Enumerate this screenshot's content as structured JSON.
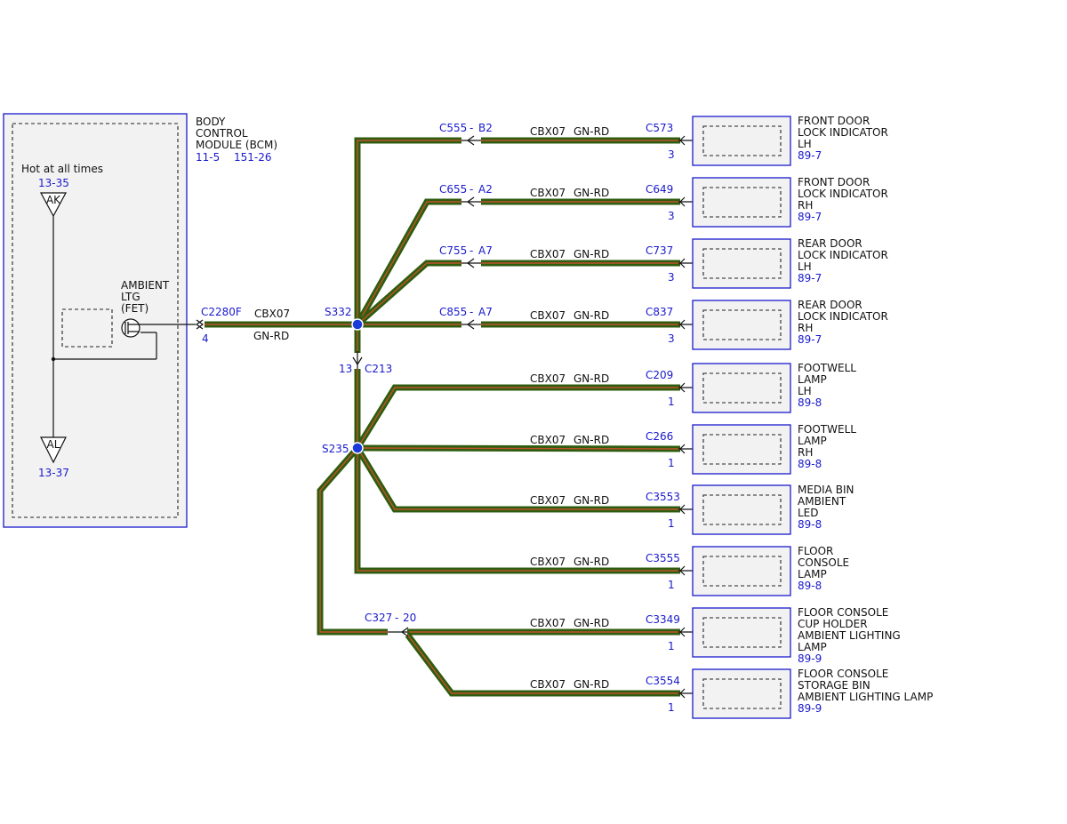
{
  "colors": {
    "wire_outer": "#2f5d10",
    "wire_inner": "#c0532a",
    "reference_text": "#1a1acc",
    "box_border": "#1a1acc",
    "box_fill": "#f2f2f2",
    "splice_dot": "#1a3adb"
  },
  "bcm": {
    "name_lines": [
      "BODY",
      "CONTROL",
      "MODULE (BCM)"
    ],
    "refs": [
      "11-5",
      "151-26"
    ],
    "hot_label": "Hot at all times",
    "top_ref": "13-35",
    "top_terminal": "AK",
    "bottom_terminal": "AL",
    "bottom_ref": "13-37",
    "fet_lines": [
      "AMBIENT",
      "LTG",
      "(FET)"
    ],
    "connector": "C2280F",
    "pin": "4"
  },
  "main_wire": {
    "circuit": "CBX07",
    "color": "GN-RD"
  },
  "splices": {
    "upper": "S332",
    "lower": "S235"
  },
  "c213": {
    "connector": "C213",
    "pin": "13"
  },
  "c327": {
    "connector": "C327",
    "pin": "20"
  },
  "branches": [
    {
      "inline": "C555",
      "inline_pin": "B2",
      "circuit": "CBX07",
      "color": "GN-RD",
      "connector": "C573",
      "pin": "3",
      "name_lines": [
        "FRONT DOOR",
        "LOCK INDICATOR",
        "LH"
      ],
      "ref": "89-7"
    },
    {
      "inline": "C655",
      "inline_pin": "A2",
      "circuit": "CBX07",
      "color": "GN-RD",
      "connector": "C649",
      "pin": "3",
      "name_lines": [
        "FRONT DOOR",
        "LOCK INDICATOR",
        "RH"
      ],
      "ref": "89-7"
    },
    {
      "inline": "C755",
      "inline_pin": "A7",
      "circuit": "CBX07",
      "color": "GN-RD",
      "connector": "C737",
      "pin": "3",
      "name_lines": [
        "REAR DOOR",
        "LOCK INDICATOR",
        "LH"
      ],
      "ref": "89-7"
    },
    {
      "inline": "C855",
      "inline_pin": "A7",
      "circuit": "CBX07",
      "color": "GN-RD",
      "connector": "C837",
      "pin": "3",
      "name_lines": [
        "REAR DOOR",
        "LOCK INDICATOR",
        "RH"
      ],
      "ref": "89-7"
    },
    {
      "inline": "",
      "inline_pin": "",
      "circuit": "CBX07",
      "color": "GN-RD",
      "connector": "C209",
      "pin": "1",
      "name_lines": [
        "FOOTWELL",
        "LAMP",
        "LH"
      ],
      "ref": "89-8"
    },
    {
      "inline": "",
      "inline_pin": "",
      "circuit": "CBX07",
      "color": "GN-RD",
      "connector": "C266",
      "pin": "1",
      "name_lines": [
        "FOOTWELL",
        "LAMP",
        "RH"
      ],
      "ref": "89-8"
    },
    {
      "inline": "",
      "inline_pin": "",
      "circuit": "CBX07",
      "color": "GN-RD",
      "connector": "C3553",
      "pin": "1",
      "name_lines": [
        "MEDIA BIN",
        "AMBIENT",
        "LED"
      ],
      "ref": "89-8"
    },
    {
      "inline": "",
      "inline_pin": "",
      "circuit": "CBX07",
      "color": "GN-RD",
      "connector": "C3555",
      "pin": "1",
      "name_lines": [
        "FLOOR",
        "CONSOLE",
        "LAMP"
      ],
      "ref": "89-8"
    },
    {
      "inline": "",
      "inline_pin": "",
      "circuit": "CBX07",
      "color": "GN-RD",
      "connector": "C3349",
      "pin": "1",
      "name_lines": [
        "FLOOR CONSOLE",
        "CUP HOLDER",
        "AMBIENT LIGHTING",
        "LAMP"
      ],
      "ref": "89-9"
    },
    {
      "inline": "",
      "inline_pin": "",
      "circuit": "CBX07",
      "color": "GN-RD",
      "connector": "C3554",
      "pin": "1",
      "name_lines": [
        "FLOOR CONSOLE",
        "STORAGE BIN",
        "AMBIENT LIGHTING LAMP"
      ],
      "ref": "89-9"
    }
  ]
}
